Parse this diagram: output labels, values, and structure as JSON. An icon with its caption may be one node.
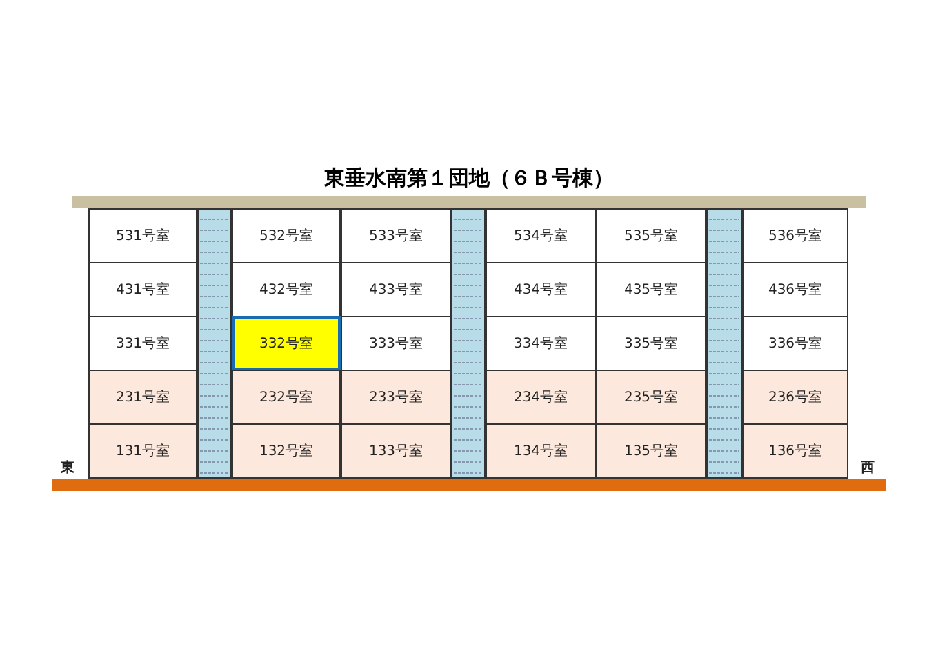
{
  "diagram": {
    "title": "東垂水南第１団地（６Ｂ号棟）",
    "nodes": [
      {
        "text": [
          "531号室"
        ]
      },
      {
        "text": [
          "532号室"
        ]
      },
      {
        "text": [
          "533号室"
        ]
      },
      {
        "text": [
          "534号室"
        ]
      },
      {
        "text": [
          "535号室"
        ]
      },
      {
        "text": [
          "536号室"
        ]
      },
      {
        "text": [
          "431号室"
        ]
      },
      {
        "text": [
          "432号室"
        ]
      },
      {
        "text": [
          "433号室"
        ]
      },
      {
        "text": [
          "434号室"
        ]
      },
      {
        "text": [
          "435号室"
        ]
      },
      {
        "text": [
          "436号室"
        ]
      },
      {
        "text": [
          "331号室"
        ]
      },
      {
        "text": [
          "332号室"
        ]
      },
      {
        "text": [
          "333号室"
        ]
      },
      {
        "text": [
          "334号室"
        ]
      },
      {
        "text": [
          "335号室"
        ]
      },
      {
        "text": [
          "336号室"
        ]
      },
      {
        "text": [
          "231号室"
        ]
      },
      {
        "text": [
          "232号室"
        ]
      },
      {
        "text": [
          "233号室"
        ]
      },
      {
        "text": [
          "234号室"
        ]
      },
      {
        "text": [
          "235号室"
        ]
      },
      {
        "text": [
          "236号室"
        ]
      },
      {
        "text": [
          "131号室"
        ]
      },
      {
        "text": [
          "132号室"
        ]
      },
      {
        "text": [
          "133号室"
        ]
      },
      {
        "text": [
          "134号室"
        ]
      },
      {
        "text": [
          "135号室"
        ]
      },
      {
        "text": [
          "136号室"
        ]
      }
    ],
    "edges": [],
    "labels": [
      "東",
      "西"
    ]
  }
}
